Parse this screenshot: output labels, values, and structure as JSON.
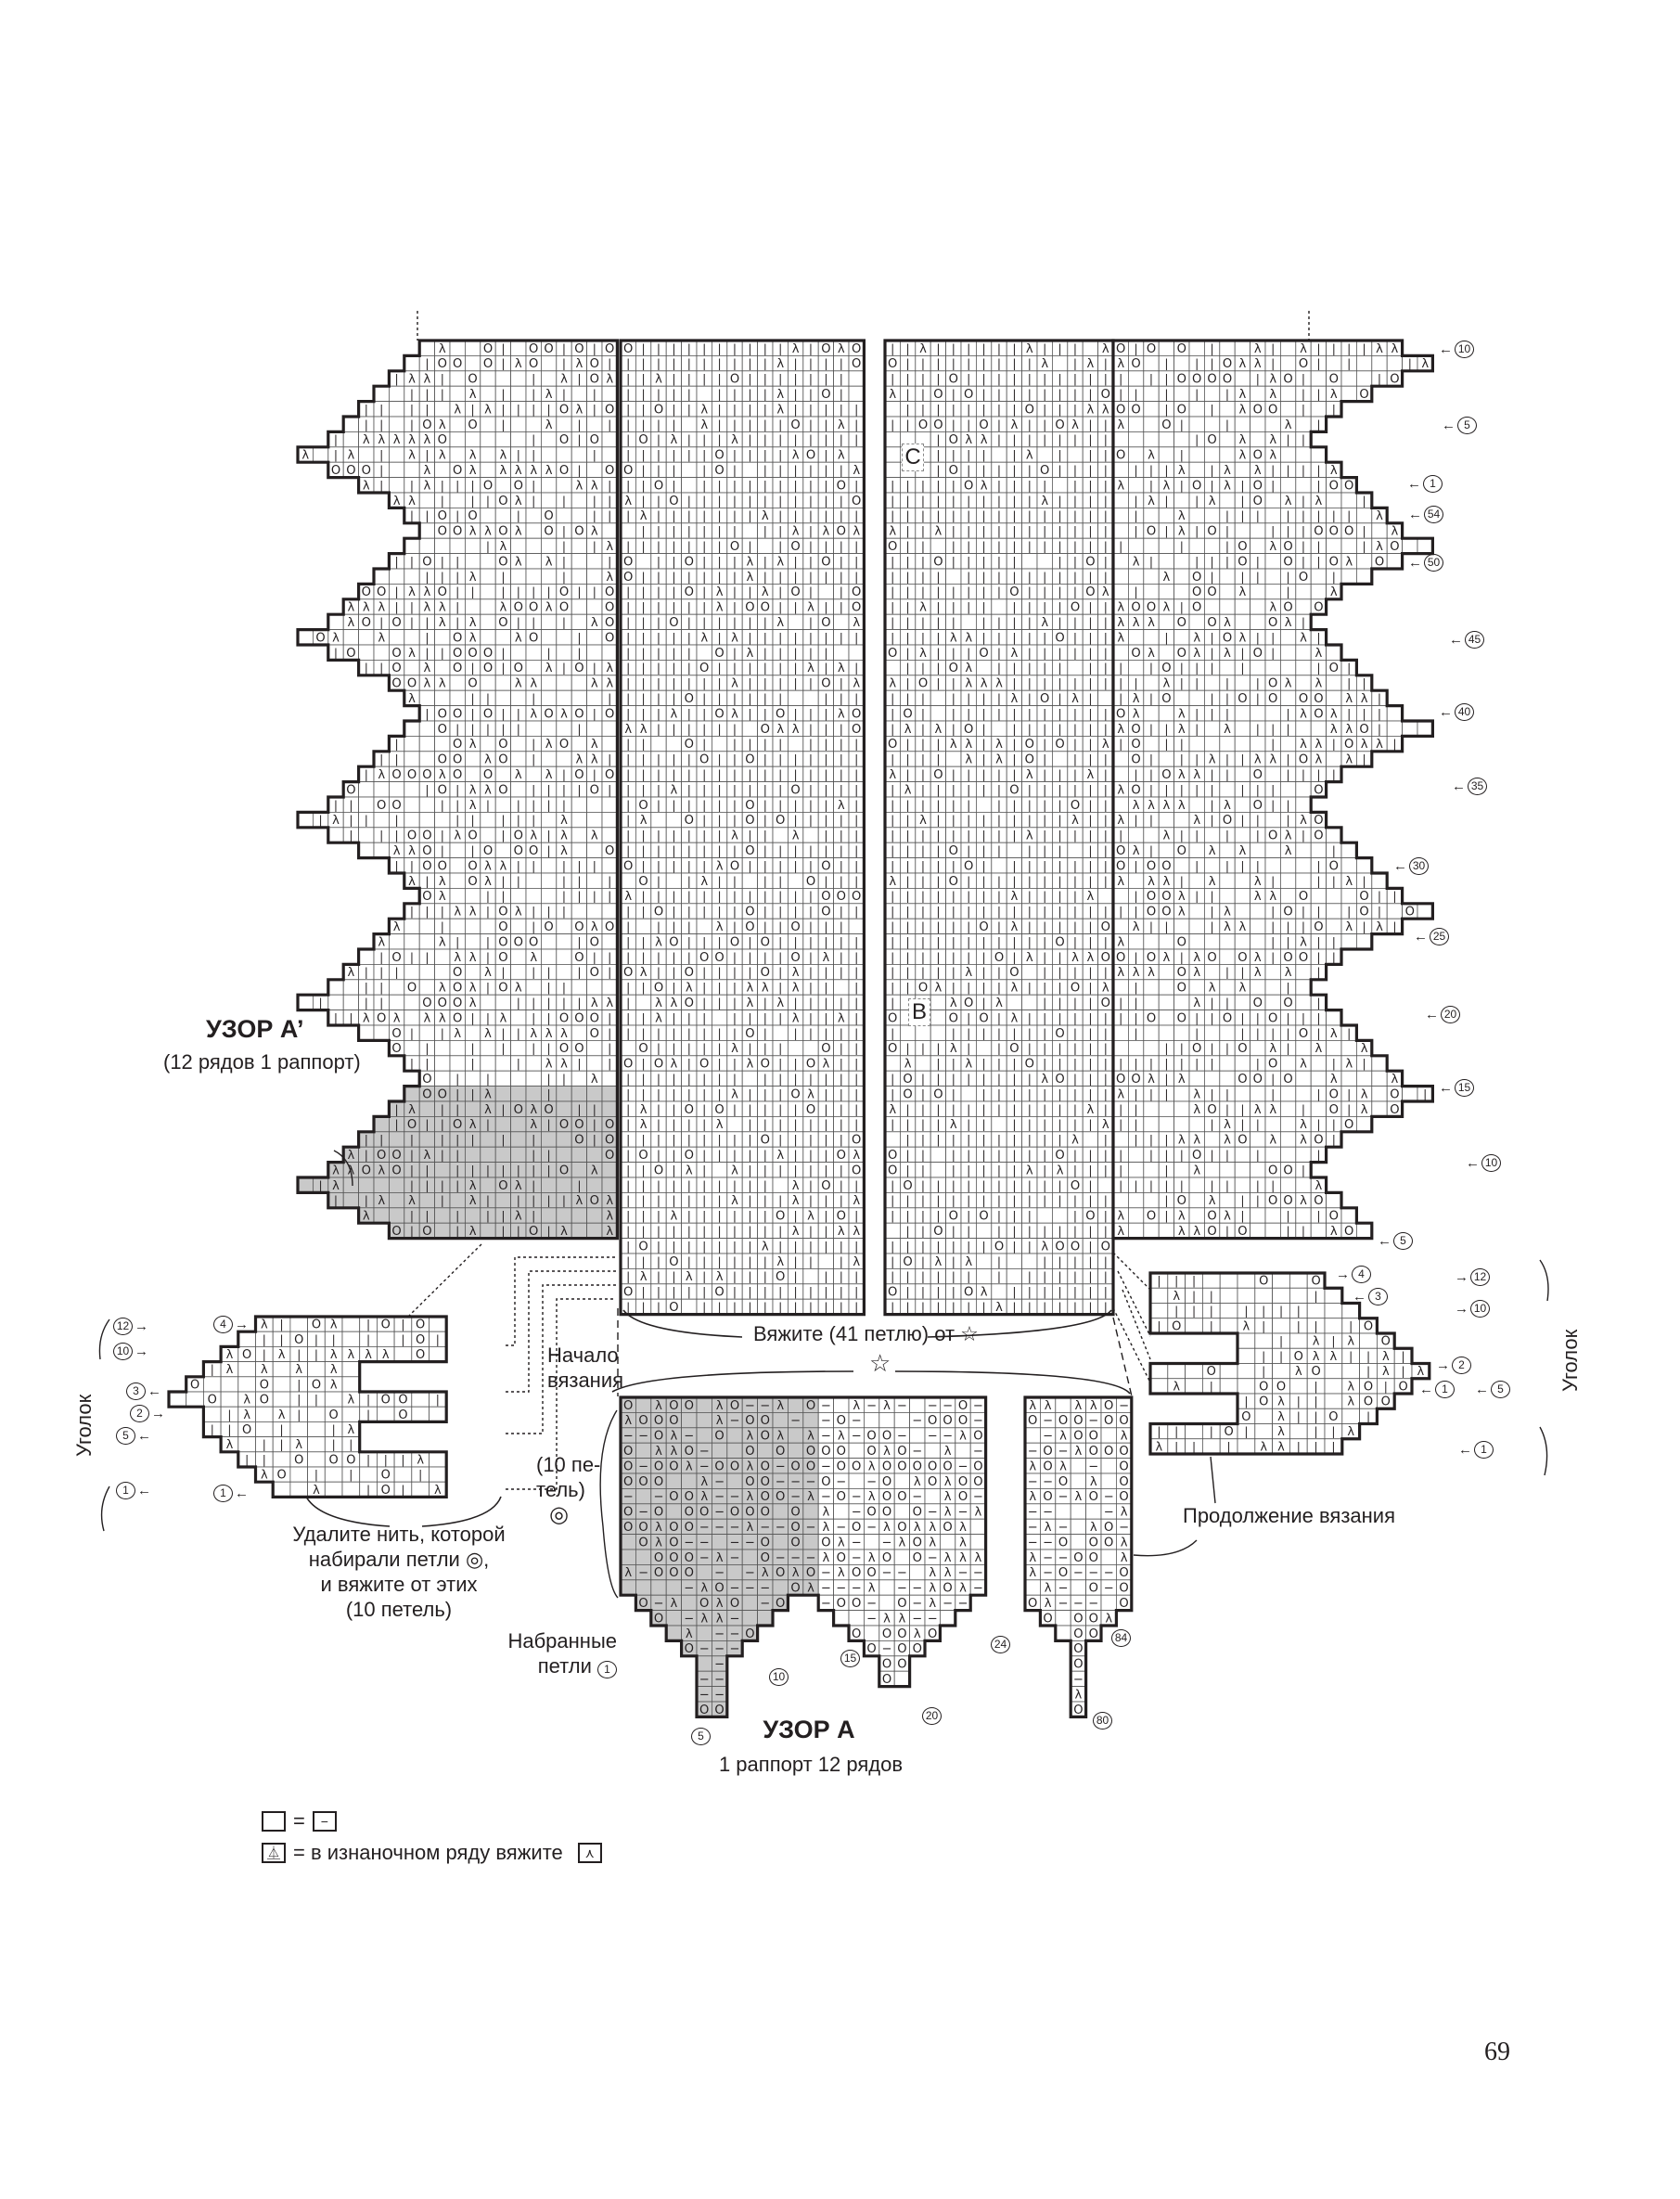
{
  "page_number": "69",
  "main_chart": {
    "section_c": "C",
    "section_b": "B",
    "pattern_a_prime_title": "УЗОР А’",
    "pattern_a_prime_sub": "(12 рядов 1 раппорт)",
    "knit_from_star": "Вяжите (41 петлю) от ☆",
    "row_numbers_right": [
      "10",
      "5",
      "1",
      "54",
      "50",
      "45",
      "40",
      "35",
      "30",
      "25",
      "20",
      "15",
      "10",
      "5"
    ]
  },
  "left_corner": {
    "label": "Уголок",
    "rows": [
      "12",
      "10",
      "4",
      "3",
      "2",
      "5",
      "1",
      "1"
    ],
    "note_lines": [
      "Удалите нить, которой",
      "набирали петли ◎,",
      "и вяжите от этих",
      "(10 петель)"
    ]
  },
  "right_corner": {
    "label": "Уголок",
    "rows": [
      "4",
      "3",
      "12",
      "10",
      "2",
      "1",
      "5",
      "1"
    ],
    "continue_label": "Продолжение вязания"
  },
  "pattern_a": {
    "start_label_1": "Начало",
    "start_label_2": "вязания",
    "stitches_1": "(10 пе-",
    "stitches_2": "тель)",
    "stitches_symbol": "◎",
    "star": "☆",
    "cast_on_1": "Набранные",
    "cast_on_2": "петли",
    "cast_on_row": "1",
    "rows": [
      "5",
      "10",
      "15",
      "20",
      "24",
      "84",
      "80"
    ],
    "title": "УЗОР А",
    "subtitle": "1 раппорт 12 рядов"
  },
  "legend": {
    "equals": "=",
    "minus_symbol": "−",
    "symbol_a": "⏅",
    "wrong_side_text": "= в изнаночном ряду вяжите",
    "symbol_b": "⋏"
  },
  "colors": {
    "ink": "#231f20",
    "shade": "#c9c9c9",
    "grid": "#555555"
  }
}
